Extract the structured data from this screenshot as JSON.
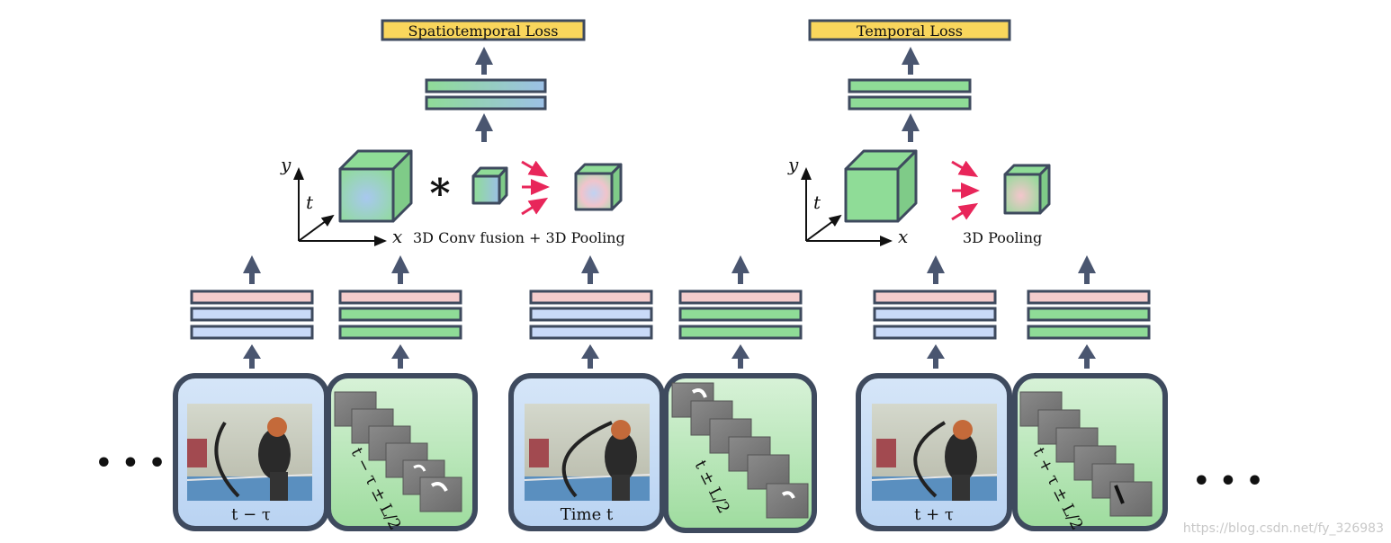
{
  "losses": {
    "spatiotemporal": "Spatiotemporal Loss",
    "temporal": "Temporal Loss"
  },
  "fusion": {
    "left_caption": "3D Conv fusion + 3D Pooling",
    "right_caption": "3D Pooling",
    "conv_symbol": "*",
    "axis_y": "y",
    "axis_t": "t",
    "axis_x": "x"
  },
  "frames": {
    "rgb_1": "t − τ",
    "rgb_2": "Time t",
    "rgb_3": "t + τ",
    "flow_1": "t − τ ± L/2",
    "flow_2": "t ± L/2",
    "flow_3": "t + τ ± L/2"
  },
  "ellipsis": "• • •",
  "watermark": "https://blog.csdn.net/fy_326983",
  "colors": {
    "loss_fill": "#f9d65c",
    "stroke": "#3e4a5e",
    "pink": "#f4cccc",
    "blue": "#c9daf8",
    "green": "#8fdc97",
    "arrow": "#4a5670",
    "red_arrow": "#e8265a",
    "rgb_panel": "#cfe2f3",
    "flow_panel": "#b6e3b6"
  }
}
